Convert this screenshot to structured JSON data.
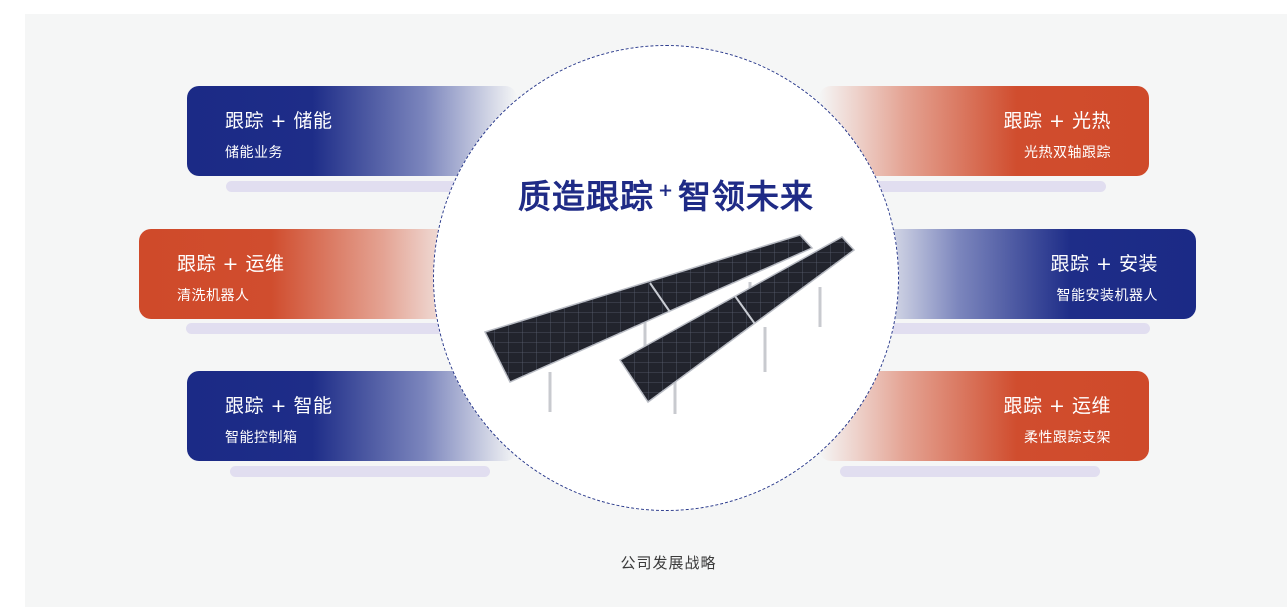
{
  "headline": {
    "main": "质造跟踪",
    "plus": "+",
    "tail": "智领未来"
  },
  "cards": {
    "storage": {
      "title": "跟踪 + 储能",
      "subtitle": "储能业务"
    },
    "om_left": {
      "title": "跟踪 + 运维",
      "subtitle": "清洗机器人"
    },
    "smart": {
      "title": "跟踪 + 智能",
      "subtitle": "智能控制箱"
    },
    "csp": {
      "title": "跟踪 + 光热",
      "subtitle": "光热双轴跟踪"
    },
    "install": {
      "title": "跟踪 + 安装",
      "subtitle": "智能安装机器人"
    },
    "om_right": {
      "title": "跟踪 + 运维",
      "subtitle": "柔性跟踪支架"
    }
  },
  "caption": "公司发展战略",
  "colors": {
    "blue": "#1b2a86",
    "red": "#cf4a2a",
    "background": "#f5f6f6"
  }
}
